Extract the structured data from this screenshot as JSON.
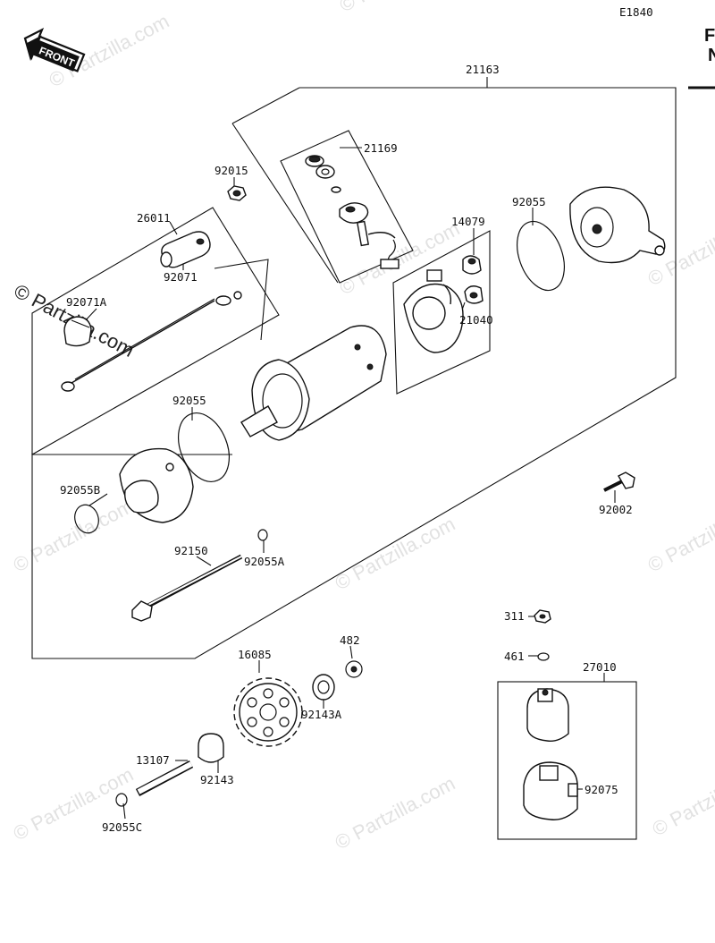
{
  "diagram_code": "E1840",
  "front_label": "FRONT",
  "corner_text": [
    "F",
    "N"
  ],
  "watermarks": {
    "copyright": "©",
    "text": "Partzilla.com"
  },
  "parts": [
    {
      "id": "21163",
      "label": "21163"
    },
    {
      "id": "21169",
      "label": "21169"
    },
    {
      "id": "92015",
      "label": "92015"
    },
    {
      "id": "26011",
      "label": "26011"
    },
    {
      "id": "92071",
      "label": "92071"
    },
    {
      "id": "92071A",
      "label": "92071A"
    },
    {
      "id": "14079",
      "label": "14079"
    },
    {
      "id": "21040",
      "label": "21040"
    },
    {
      "id": "92055",
      "label": "92055"
    },
    {
      "id": "92055-mid",
      "label": "92055"
    },
    {
      "id": "92055B",
      "label": "92055B"
    },
    {
      "id": "92055A",
      "label": "92055A"
    },
    {
      "id": "92150",
      "label": "92150"
    },
    {
      "id": "92002",
      "label": "92002"
    },
    {
      "id": "311",
      "label": "311"
    },
    {
      "id": "461",
      "label": "461"
    },
    {
      "id": "27010",
      "label": "27010"
    },
    {
      "id": "92075",
      "label": "92075"
    },
    {
      "id": "482",
      "label": "482"
    },
    {
      "id": "16085",
      "label": "16085"
    },
    {
      "id": "92143A",
      "label": "92143A"
    },
    {
      "id": "13107",
      "label": "13107"
    },
    {
      "id": "92143",
      "label": "92143"
    },
    {
      "id": "92055C",
      "label": "92055C"
    }
  ]
}
